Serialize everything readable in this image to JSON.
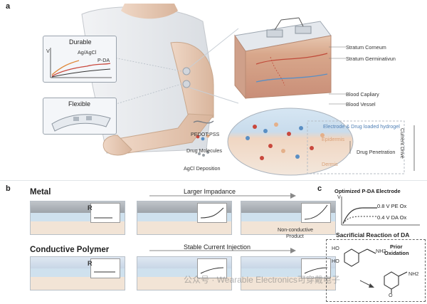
{
  "panels": {
    "a": "a",
    "b": "b",
    "c": "c"
  },
  "panel_a": {
    "durable": {
      "title": "Durable",
      "axis_v": "V",
      "series1": "Ag/AgCl",
      "series2": "P-DA"
    },
    "flexible": {
      "title": "Flexible"
    },
    "skin_layers": [
      "Stratum Corneum",
      "Stratum Germinativun",
      "Blood Capliary",
      "Blood Vessel"
    ],
    "legend": [
      "PEDOT:PSS",
      "Drug Molecules",
      "AgCl Deposition"
    ],
    "zoom": {
      "hydrogel": "Electrode & Drug loaded hydrogel",
      "epidermis": "Epidermis",
      "dermis": "Dermis",
      "penetration": "Drug Penetration",
      "drive": "Current Drive"
    }
  },
  "panel_b": {
    "row1": "Metal",
    "row2": "Conductive Polymer",
    "arrow1": "Larger Impadance",
    "arrow2": "Stable Current Injection",
    "r_label": "R",
    "callout": [
      "Non-conductive",
      "Product"
    ]
  },
  "panel_c": {
    "title": "Optimized P-DA Electrode",
    "axis_v": "V",
    "pe_label": "0.8 V PE Ox",
    "da_label": "0.4 V DA Ox",
    "sac_title": "Sacrificial Reaction of DA",
    "prior": [
      "Prior",
      "Oxidation"
    ],
    "chem": {
      "ho1": "HO",
      "ho2": "HO",
      "nh2a": "NH2",
      "nh2b": "NH2",
      "o": "O"
    }
  },
  "watermark": "公众号 · Wearable Electronics可穿戴电子",
  "colors": {
    "accent_blue": "#5a8fc4",
    "accent_red": "#c9483d",
    "accent_orange": "#e08a3c",
    "skin": "#e9c6a8"
  }
}
